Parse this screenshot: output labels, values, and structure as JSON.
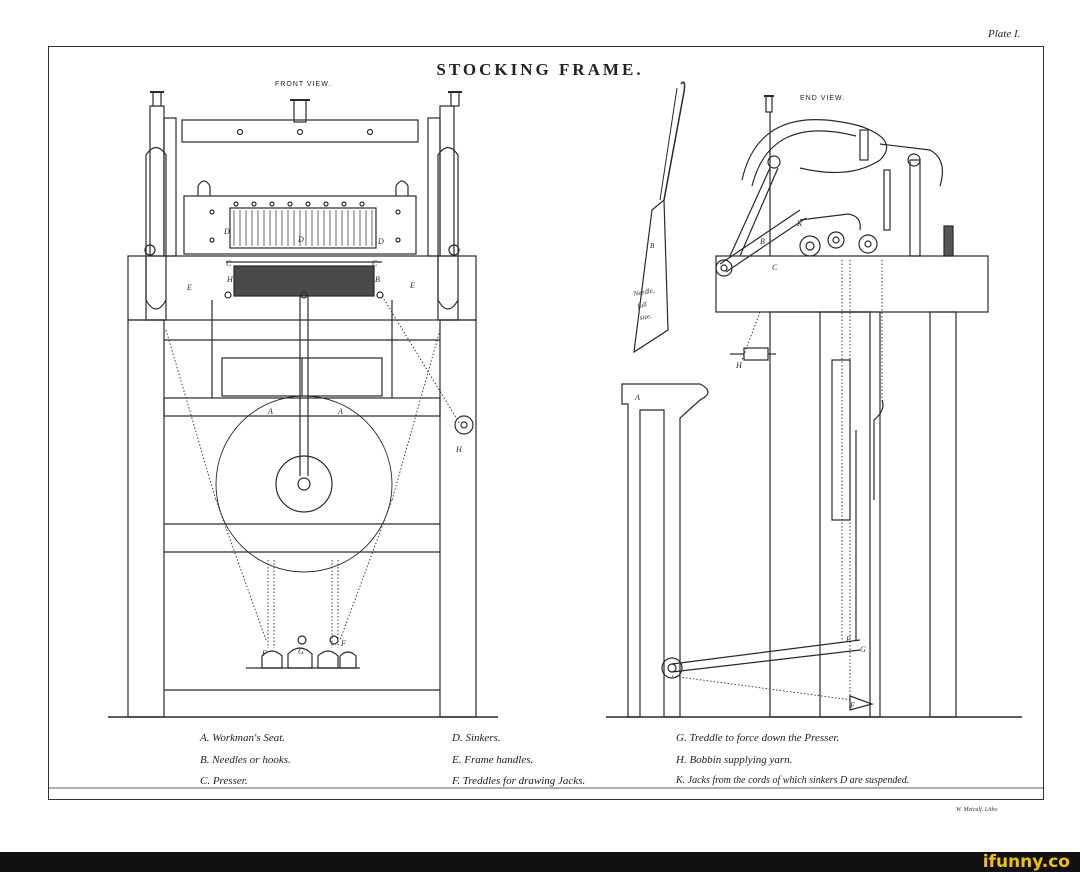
{
  "plate": "Plate I.",
  "title": "STOCKING   FRAME.",
  "views": {
    "front": "FRONT VIEW.",
    "end": "END VIEW."
  },
  "labels": {
    "A": "A",
    "B": "B",
    "C": "C",
    "D": "D",
    "E": "E",
    "F": "F",
    "G": "G",
    "H": "H",
    "K": "K",
    "needle_line1": "Needle,",
    "needle_line2": "full",
    "needle_line3": "size."
  },
  "legend": [
    "A.  Workman's Seat.",
    "B.  Needles or hooks.",
    "C.  Presser.",
    "D.  Sinkers.",
    "E.  Frame handles.",
    "F.  Treddles for drawing Jacks.",
    "G.  Treddle   to force down the Presser.",
    "H.  Bobbin supplying yarn.",
    "K.  Jacks from the cords of which sinkers D are suspended."
  ],
  "lithographer": "W. Metcalf. Litho",
  "watermark": "ifunny.co"
}
